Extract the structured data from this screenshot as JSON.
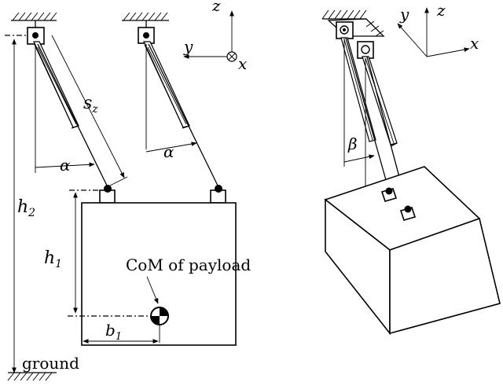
{
  "labels": {
    "z_left": "z",
    "y_left": "y",
    "x_left": "x",
    "z_right": "z",
    "y_right": "y",
    "x_right": "x",
    "s": "s",
    "s_sub": "z",
    "alpha_1": "α",
    "alpha_2": "α",
    "h": "h",
    "h2_sub": "2",
    "h1_sub": "1",
    "b": "b",
    "b1_sub": "1",
    "com": "CoM of payload",
    "ground": "ground",
    "beta_1": "β",
    "beta_2": "β"
  }
}
